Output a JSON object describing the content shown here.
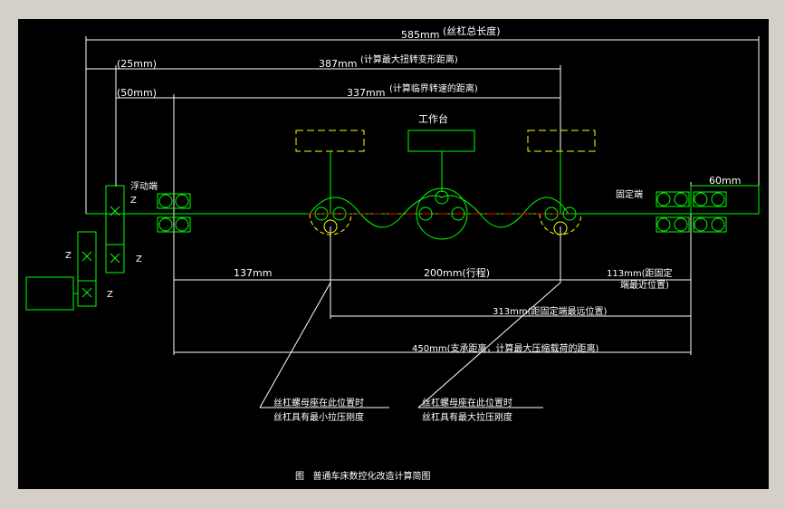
{
  "colors": {
    "background": "#000000",
    "frame": "#d4d0c8",
    "dimension": "#ffffff",
    "geometry": "#00ff00",
    "centerline": "#ff0000",
    "highlight": "#ffff00"
  },
  "dimensions": {
    "total_length": "585mm",
    "total_length_note": "(丝杠总长度)",
    "d25": "(25mm)",
    "d387": "387mm",
    "d387_note": "(计算最大扭转变形距离)",
    "d50": "(50mm)",
    "d337": "337mm",
    "d337_note": "(计算临界转速的距离)",
    "d60": "60mm",
    "d137": "137mm",
    "d200": "200mm(行程)",
    "d113_line1": "113mm(距固定",
    "d113_line2": "端最近位置)",
    "d313": "313mm(距固定端最远位置)",
    "d450": "450mm(支承距离，计算最大压缩载荷的距离)"
  },
  "labels": {
    "worktable": "工作台",
    "floating_end": "浮动端",
    "fixed_end": "固定端",
    "z": "Z",
    "min_stiffness_1": "丝杠螺母座在此位置时",
    "min_stiffness_2": "丝杠具有最小拉压刚度",
    "max_stiffness_1": "丝杠螺母座在此位置时",
    "max_stiffness_2": "丝杠具有最大拉压刚度",
    "caption": "图   普通车床数控化改造计算简图"
  }
}
